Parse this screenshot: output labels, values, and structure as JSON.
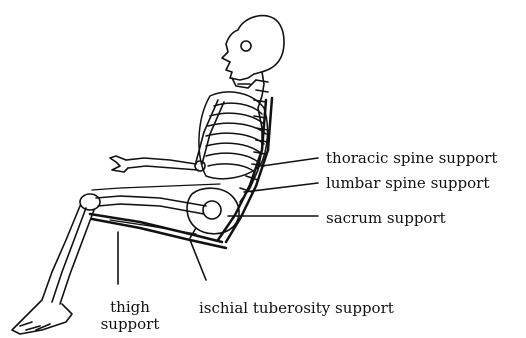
{
  "labels": {
    "thoracic": "thoracic spine support",
    "lumbar": "lumbar spine support",
    "sacrum": "sacrum support",
    "ischial": "ischial tuberosity support",
    "thigh_line1": "thigh",
    "thigh_line2": "support"
  },
  "colors": {
    "ink": "#111111",
    "background": "#ffffff"
  }
}
